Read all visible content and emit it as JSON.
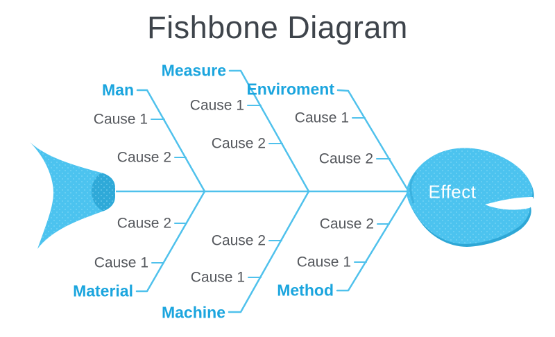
{
  "title": "Fishbone Diagram",
  "effect_label": "Effect",
  "branches": {
    "top": [
      {
        "name": "Man",
        "causes": [
          "Cause 1",
          "Cause 2"
        ]
      },
      {
        "name": "Measure",
        "causes": [
          "Cause 1",
          "Cause 2"
        ]
      },
      {
        "name": "Enviroment",
        "causes": [
          "Cause 1",
          "Cause 2"
        ]
      }
    ],
    "bottom": [
      {
        "name": "Material",
        "causes": [
          "Cause 1",
          "Cause 2"
        ]
      },
      {
        "name": "Machine",
        "causes": [
          "Cause 1",
          "Cause 2"
        ]
      },
      {
        "name": "Method",
        "causes": [
          "Cause 1",
          "Cause 2"
        ]
      }
    ]
  },
  "colors": {
    "line": "#4fc1ec",
    "category_text": "#1ba5de",
    "cause_text": "#54575c",
    "fish_fill": "#4cc3ef",
    "fish_shade": "#2ea7d6",
    "title_text": "#3e444b",
    "effect_text": "#ffffff",
    "background": "#ffffff"
  }
}
